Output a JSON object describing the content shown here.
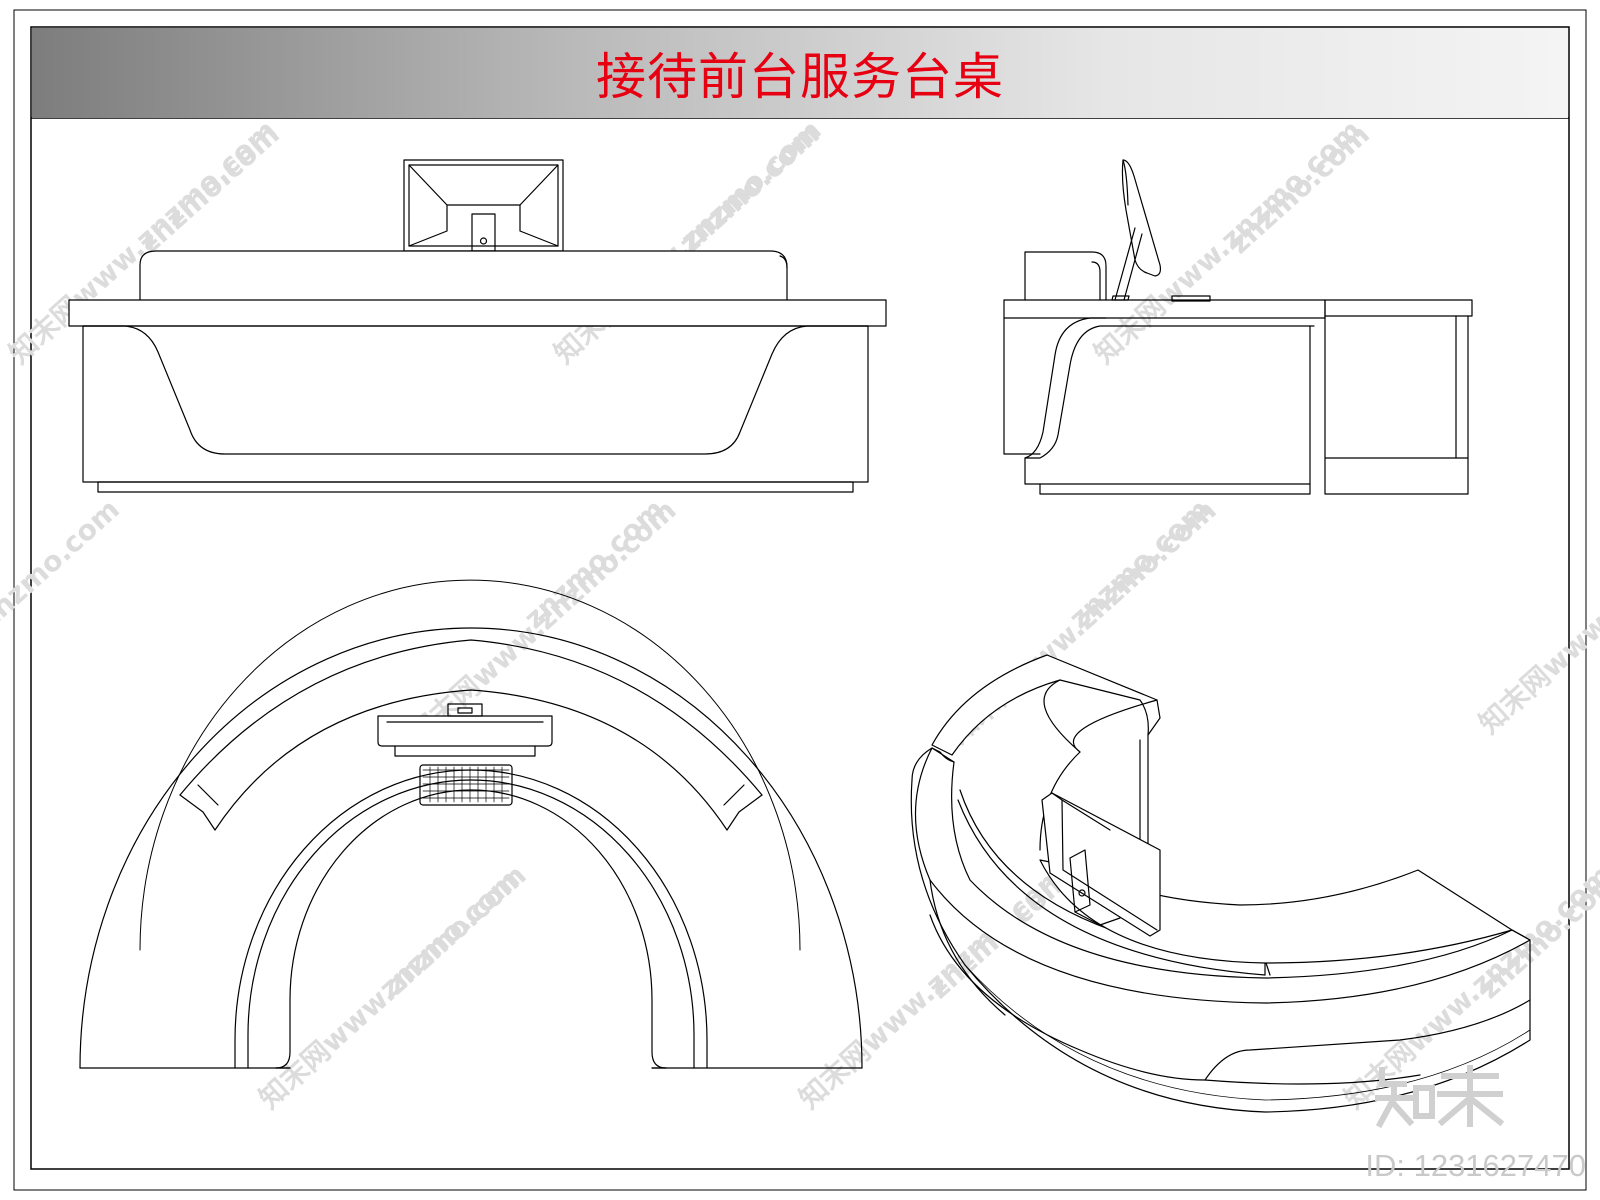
{
  "title": "接待前台服务台桌",
  "watermark": {
    "url_text": "znzmo.com",
    "site_text": "知末网www.znzmo.com",
    "color": "#d9d9d9"
  },
  "brand": {
    "logo_text": "知末",
    "id_text": "ID: 1231627470"
  },
  "colors": {
    "title_text": "#e60012",
    "line": "#000000",
    "title_bar_dark": "#7d7d7d",
    "title_bar_light": "#f4f4f4"
  },
  "views": [
    {
      "name": "front-elevation",
      "has_monitor": true
    },
    {
      "name": "side-elevation",
      "has_monitor": true
    },
    {
      "name": "top-plan",
      "has_monitor": true,
      "has_keyboard": true
    },
    {
      "name": "perspective",
      "has_monitor": true
    }
  ]
}
